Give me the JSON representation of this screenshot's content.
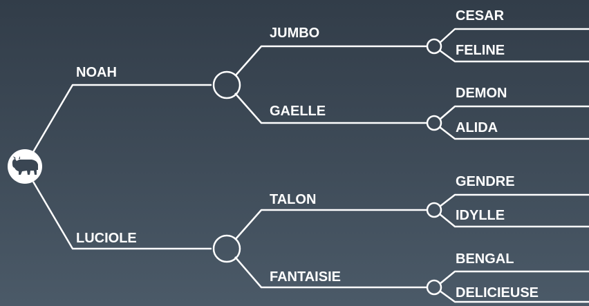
{
  "pedigree": {
    "root_icon": "bull-icon",
    "sire": {
      "name": "NOAH",
      "sire": {
        "name": "JUMBO",
        "sire": "CESAR",
        "dam": "FELINE"
      },
      "dam": {
        "name": "GAELLE",
        "sire": "DEMON",
        "dam": "ALIDA"
      }
    },
    "dam": {
      "name": "LUCIOLE",
      "sire": {
        "name": "TALON",
        "sire": "GENDRE",
        "dam": "IDYLLE"
      },
      "dam": {
        "name": "FANTAISIE",
        "sire": "BENGAL",
        "dam": "DELICIEUSE"
      }
    }
  },
  "colors": {
    "line": "#ffffff",
    "background_top": "#323d49",
    "background_bottom": "#4b5a68"
  }
}
